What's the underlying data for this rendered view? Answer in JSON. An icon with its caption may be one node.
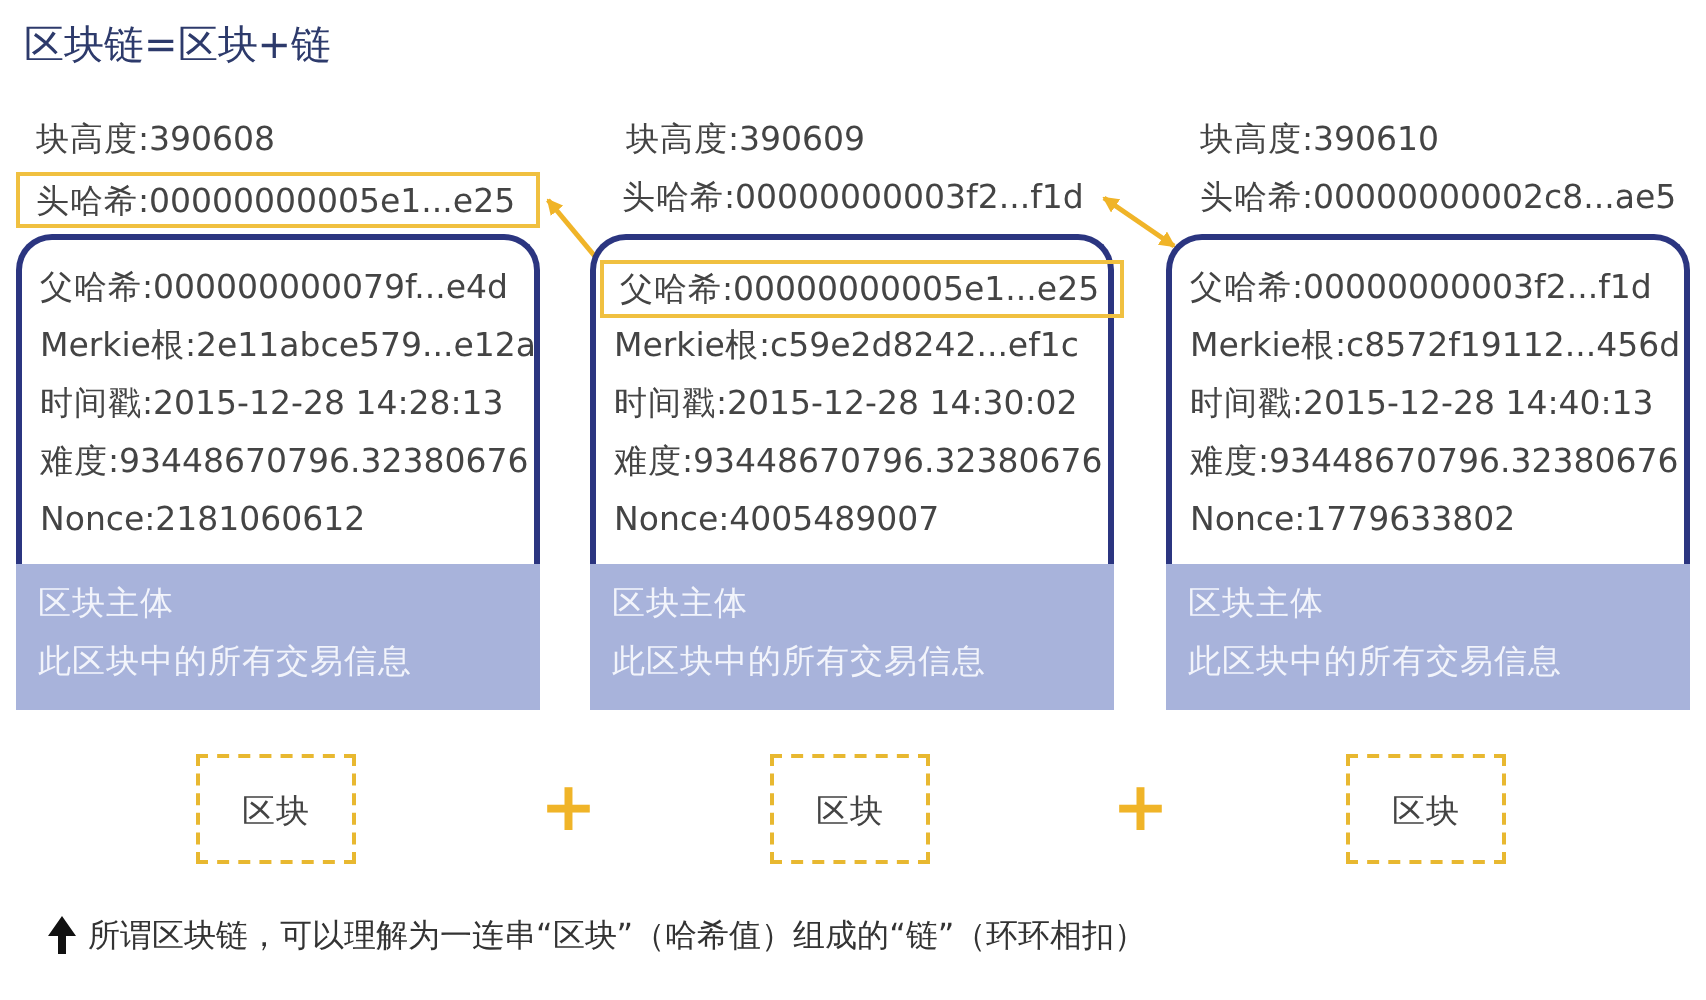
{
  "diagram": {
    "title": "区块链=区块+链",
    "caption": "所谓区块链，可以理解为一连串“区块”（哈希值）组成的“链”（环环相扣）",
    "nodes": [
      {
        "text": [
          "头哈希:00000000005e1...e25"
        ]
      },
      {
        "text": [
          "父哈希:000000000079f...e4d",
          "Merkie根:2e11abce579...e12a",
          "时间戳:2015-12-28 14:28:13",
          "难度:93448670796.32380676",
          "Nonce:2181060612"
        ]
      },
      {
        "text": [
          "区块主体",
          "此区块中的所有交易信息"
        ]
      },
      {
        "text": [
          "头哈希:00000000003f2...f1d"
        ]
      },
      {
        "text": [
          "Merkie根:c59e2d8242...ef1c",
          "时间戳:2015-12-28 14:30:02",
          "难度:93448670796.32380676",
          "Nonce:4005489007"
        ]
      },
      {
        "text": [
          "父哈希:00000000005e1...e25"
        ],
        "in": 4
      },
      {
        "text": [
          "区块主体",
          "此区块中的所有交易信息"
        ]
      },
      {
        "text": [
          "父哈希:00000000003f2...f1d",
          "Merkie根:c8572f19112...456d",
          "时间戳:2015-12-28 14:40:13",
          "难度:93448670796.32380676",
          "Nonce:1779633802"
        ]
      },
      {
        "text": [
          "区块主体",
          "此区块中的所有交易信息"
        ]
      },
      {
        "text": [
          "区块"
        ]
      },
      {
        "text": [
          "区块"
        ]
      },
      {
        "text": [
          "区块"
        ]
      }
    ],
    "edges": [
      {
        "from": 5,
        "to": 0,
        "arrow": "both"
      },
      {
        "from": 7,
        "to": 3,
        "arrow": "both"
      }
    ],
    "labels": [
      "块高度:390608",
      "块高度:390609",
      "块高度:390610",
      "头哈希:00000000002c8...ae5",
      "+",
      "+"
    ]
  }
}
